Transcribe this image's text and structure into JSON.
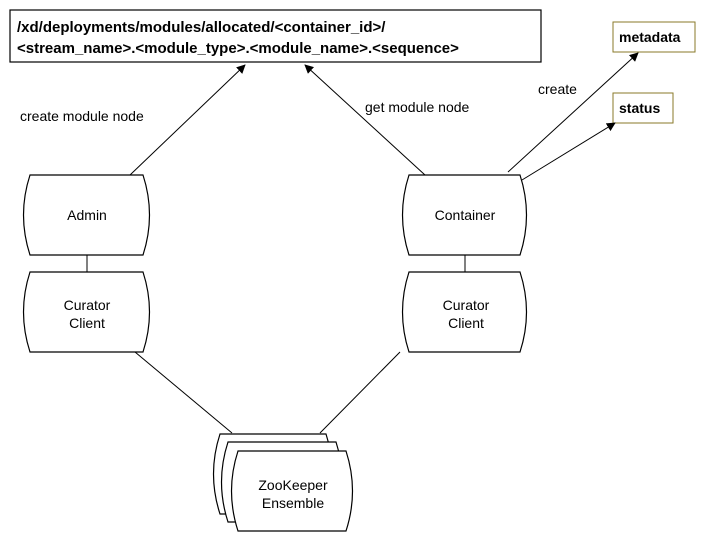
{
  "path": {
    "line1": "/xd/deployments/modules/allocated/<container_id>/",
    "line2": "<stream_name>.<module_type>.<module_name>.<sequence>"
  },
  "tags": {
    "metadata": "metadata",
    "status": "status"
  },
  "nodes": {
    "admin": "Admin",
    "container": "Container",
    "curator_left": [
      "Curator",
      "Client"
    ],
    "curator_right": [
      "Curator",
      "Client"
    ],
    "zookeeper": [
      "ZooKeeper",
      "Ensemble"
    ]
  },
  "edges": {
    "admin_to_path": "create module node",
    "container_to_path": "get module node",
    "container_to_tags": "create"
  },
  "colors": {
    "tag_border": "#8a7a2a",
    "stroke": "#000000"
  }
}
